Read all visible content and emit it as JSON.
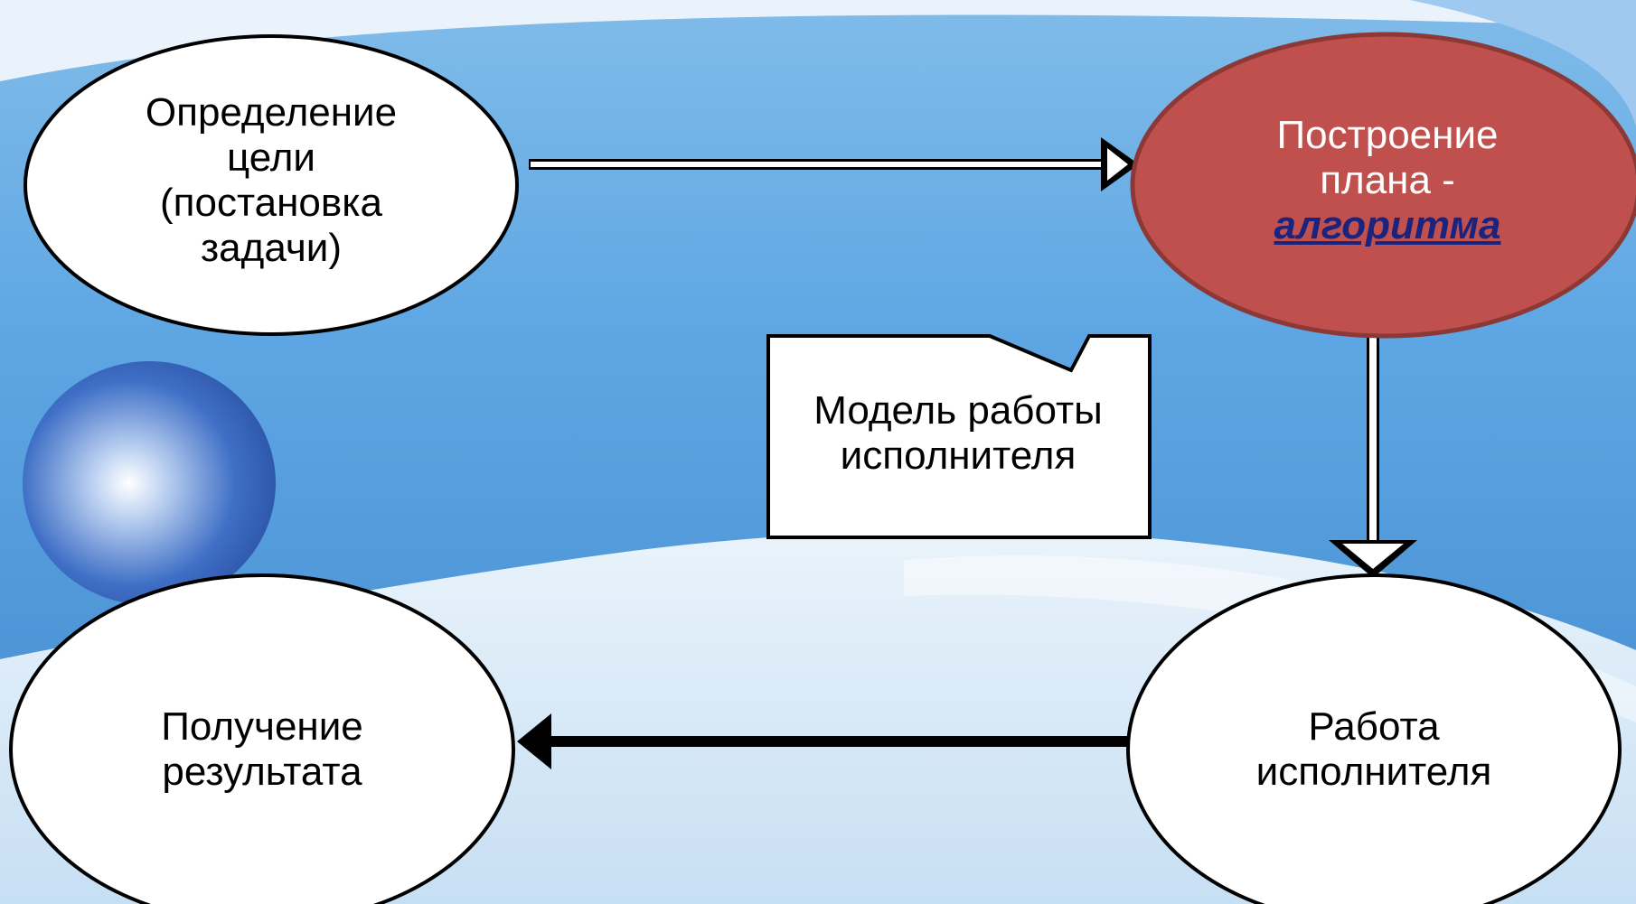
{
  "nodes": {
    "goal": {
      "lines": [
        "Определение",
        "цели",
        "(постановка",
        "задачи)"
      ]
    },
    "plan": {
      "lines": [
        "Построение",
        "плана -"
      ],
      "emphasis": "алгоритма"
    },
    "model": {
      "lines": [
        "Модель работы",
        "исполнителя"
      ]
    },
    "work": {
      "lines": [
        "Работа",
        "исполнителя"
      ]
    },
    "result": {
      "lines": [
        "Получение",
        "результата"
      ]
    }
  },
  "colors": {
    "sky": "#5ea6e3",
    "sky_light": "#dfeefa",
    "plan_fill": "#c0504d",
    "plan_border": "#8c3836",
    "node_fill": "#ffffff",
    "stroke": "#000000",
    "emphasis": "#1a237e"
  }
}
